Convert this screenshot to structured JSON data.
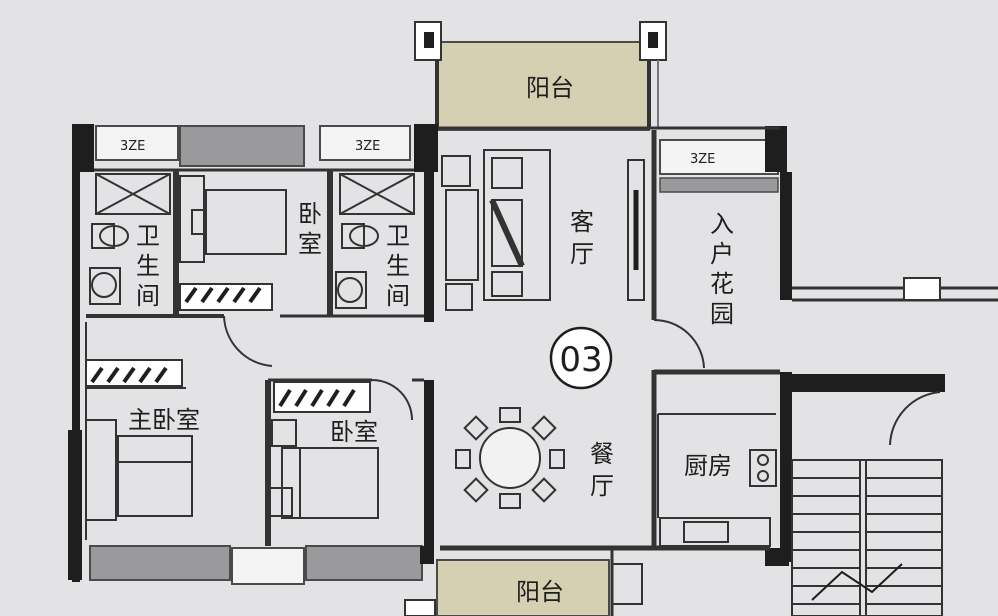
{
  "rooms": {
    "balcony_top": "阳台",
    "balcony_bottom": "阳台",
    "bath_left": [
      "卫",
      "生",
      "间"
    ],
    "bath_right": [
      "卫",
      "生",
      "间"
    ],
    "bedroom_top": [
      "卧",
      "室"
    ],
    "living_room": [
      "客",
      "厅"
    ],
    "entry_garden": [
      "入",
      "户",
      "花",
      "园"
    ],
    "master_bedroom": "主卧室",
    "bedroom_bottom": "卧室",
    "dining_room": [
      "餐",
      "厅"
    ],
    "kitchen": "厨房"
  },
  "unit_number": "03",
  "ac_label": "3ZE",
  "colors": {
    "background": "#e3e2e4",
    "balcony_fill": "#d6d0b3",
    "wall": "#1e1e1e",
    "line": "#4a4a4a",
    "window_fill": "#9a9a9c"
  }
}
